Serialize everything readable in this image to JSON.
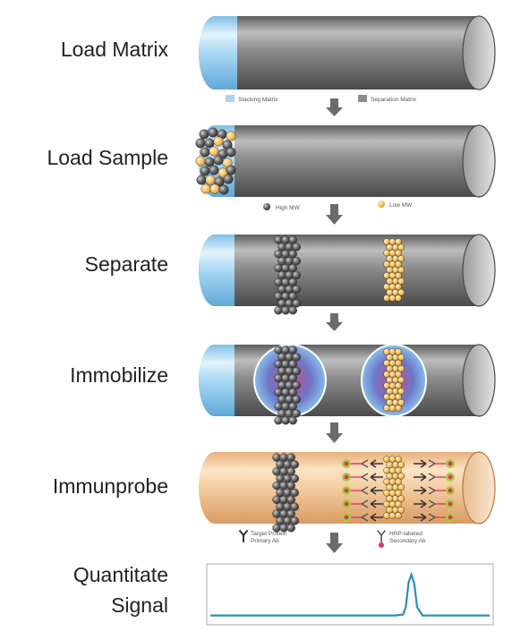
{
  "steps": [
    {
      "label": "Load Matrix"
    },
    {
      "label": "Load Sample"
    },
    {
      "label": "Separate"
    },
    {
      "label": "Immobilize"
    },
    {
      "label": "Immunprobe"
    },
    {
      "label_line1": "Quantitate",
      "label_line2": "Signal"
    }
  ],
  "legends": {
    "matrix": {
      "stacking": "Stacking Matrix",
      "separation": "Separation Matrix"
    },
    "sample": {
      "high": "High MW",
      "low": "Low MW"
    },
    "antibody": {
      "primary_line1": "Target Protein",
      "primary_line2": "Primary Ab",
      "secondary_line1": "HRP-labeled",
      "secondary_line2": "Secondary Ab"
    }
  },
  "colors": {
    "capillary_gray": "#8c8c8c",
    "stacking_blue": "#a8d6f2",
    "high_mw_gray": "#5a5a5a",
    "low_mw_yellow": "#f4c36a",
    "probe_tan": "#f1c79c",
    "signal_line": "#2b8fb8",
    "arrow_gray": "#6b6b6b",
    "hrp_pink": "#e0356f",
    "hrp_green": "#a6cf3a"
  },
  "signal_trace": {
    "x": [
      0,
      0.66,
      0.69,
      0.7,
      0.71,
      0.72,
      0.73,
      0.74,
      0.76,
      1.0
    ],
    "y": [
      0.05,
      0.05,
      0.07,
      0.25,
      0.82,
      1.0,
      0.8,
      0.25,
      0.05,
      0.05
    ]
  }
}
